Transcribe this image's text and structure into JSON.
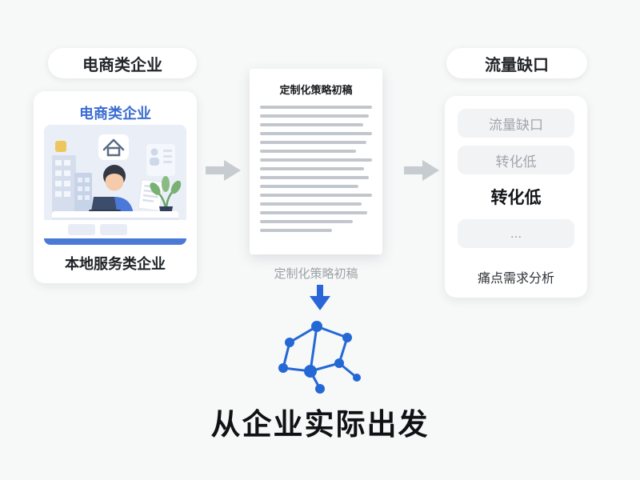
{
  "left": {
    "badge": "电商类企业",
    "card_title": "电商类企业",
    "card_caption": "本地服务类企业"
  },
  "document": {
    "title": "定制化策略初稿",
    "caption": "定制化策略初稿",
    "line_widths": [
      100,
      97,
      92,
      100,
      95,
      86,
      100,
      93,
      97,
      88,
      100,
      91,
      96,
      83,
      64
    ]
  },
  "right": {
    "badge": "流量缺口",
    "items": [
      {
        "label": "流量缺口",
        "variant": "muted"
      },
      {
        "label": "转化低",
        "variant": "muted"
      },
      {
        "label": "转化低",
        "variant": "highlight"
      },
      {
        "label": "...",
        "variant": "muted"
      }
    ],
    "caption": "痛点需求分析"
  },
  "footer": {
    "headline": "从企业实际出发"
  },
  "icons": {
    "flow_arrow": "right-arrow-icon",
    "down_arrow": "down-arrow-icon",
    "network": "network-graph-icon"
  },
  "colors": {
    "accent_blue": "#2b66d9",
    "arrow_gray": "#c7ccd1",
    "muted_text": "#9ba1a7",
    "title_blue": "#3b6cd1"
  }
}
